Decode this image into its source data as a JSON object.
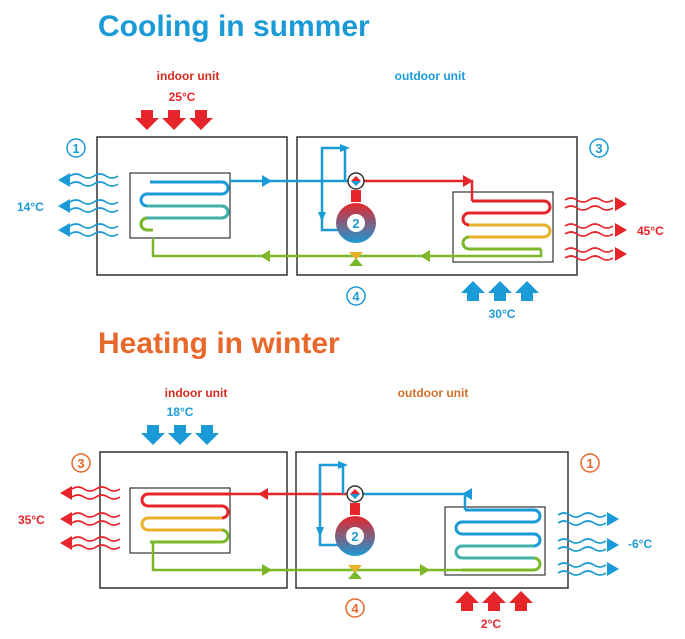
{
  "colors": {
    "blue": "#1a9ad6",
    "orange": "#e8672a",
    "red": "#e5252a",
    "green": "#7ab829",
    "yellow": "#e9b12a",
    "box": "#333333",
    "indoor_label": "#d42b1e",
    "outdoor_label_summer": "#1a9ad6",
    "outdoor_label_winter": "#d0702e"
  },
  "icons": [
    "arrow-icon",
    "wave-arrow-icon",
    "four-way-valve-icon",
    "compressor-icon",
    "expansion-valve-icon",
    "heat-exchanger-coil-icon"
  ],
  "summer": {
    "title": "Cooling in summer",
    "indoor_label": "indoor unit",
    "outdoor_label": "outdoor unit",
    "indoor_air_in": "25°C",
    "indoor_air_out": "14°C",
    "outdoor_air_in": "30°C",
    "outdoor_air_out": "45°C",
    "marker_indoor": "1",
    "marker_outdoor": "3",
    "marker_valve": "4",
    "marker_compressor": "2"
  },
  "winter": {
    "title": "Heating in winter",
    "indoor_label": "indoor unit",
    "outdoor_label": "outdoor unit",
    "indoor_air_in": "18°C",
    "indoor_air_out": "35°C",
    "outdoor_air_in": "2°C",
    "outdoor_air_out": "-6°C",
    "marker_indoor": "3",
    "marker_outdoor": "1",
    "marker_valve": "4",
    "marker_compressor": "2"
  }
}
